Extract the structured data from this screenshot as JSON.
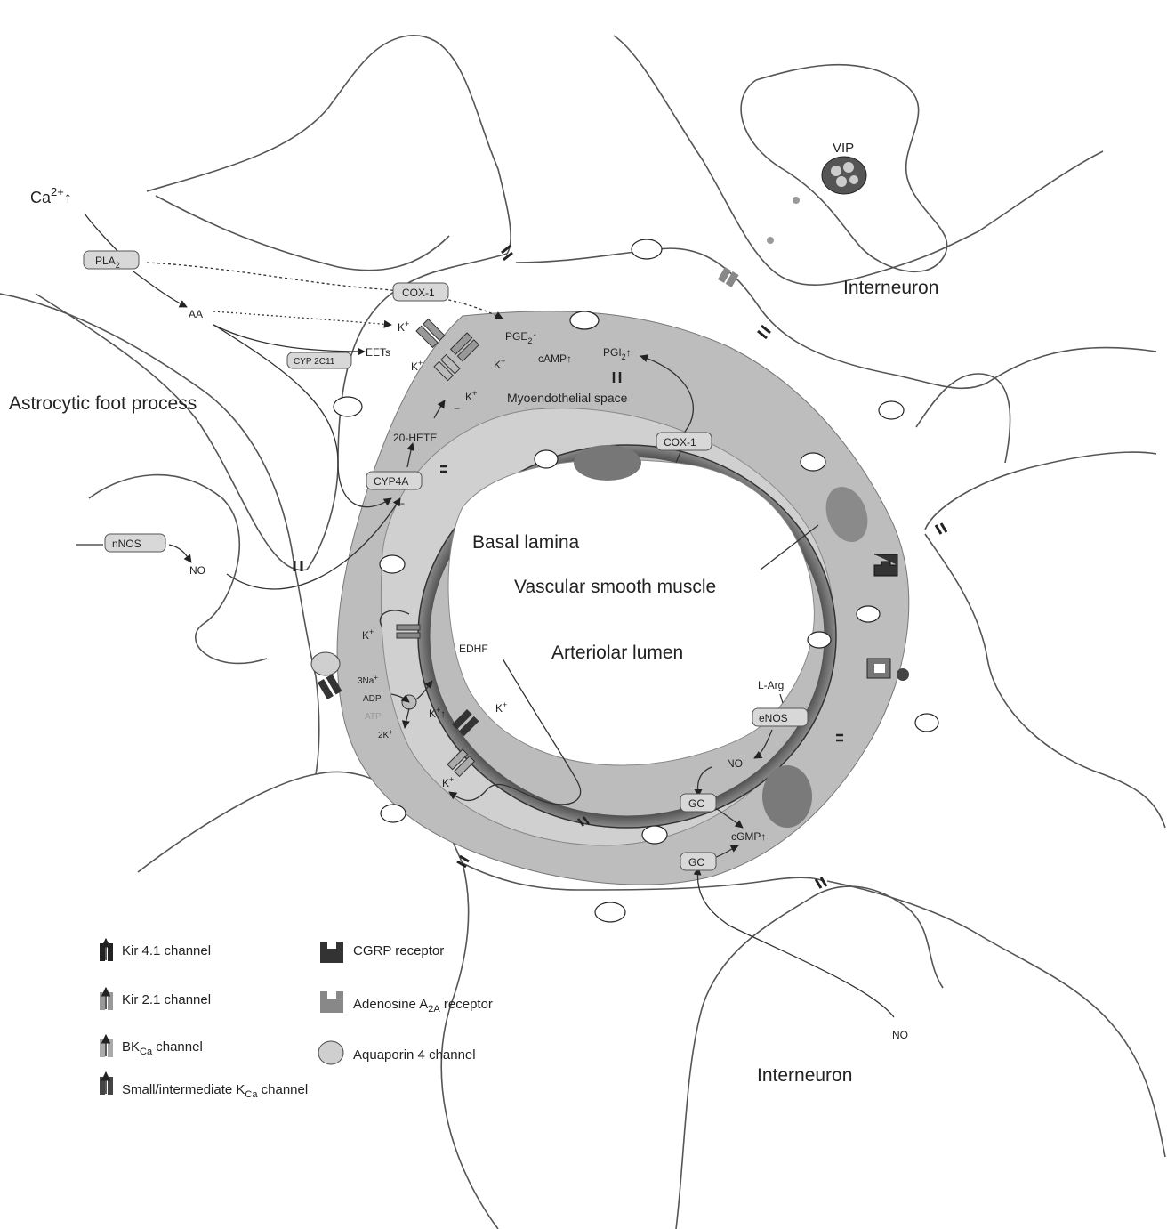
{
  "cells": {
    "astrocyte": "Astrocytic foot process",
    "interneuron_top": "Interneuron",
    "interneuron_bottom": "Interneuron",
    "vip": "VIP"
  },
  "regions": {
    "basal_lamina": "Basal lamina",
    "smooth_muscle": "Vascular smooth muscle",
    "lumen": "Arteriolar lumen",
    "myoendothelial": "Myoendothelial space"
  },
  "molecules": {
    "ca": "Ca",
    "ca_sup": "2+",
    "ca_arrow": "↑",
    "pla2": "PLA",
    "pla2_sub": "2",
    "aa": "AA",
    "cox1_top": "COX-1",
    "cyp2c11": "CYP 2C11",
    "eets": "EETs",
    "hete": "20-HETE",
    "cyp4a": "CYP4A",
    "nnos": "nNOS",
    "no_left": "NO",
    "pge2": "PGE",
    "pge2_sub": "2",
    "pge2_arrow": "↑",
    "pgi2": "PGI",
    "pgi2_sub": "2",
    "pgi2_arrow": "↑",
    "camp": "cAMP↑",
    "cox1_endo": "COX-1",
    "larg": "L-Arg",
    "enos": "eNOS",
    "no_endo": "NO",
    "gc1": "GC",
    "gc2": "GC",
    "cgmp": "cGMP↑",
    "no_bottom": "NO",
    "edhf": "EDHF",
    "k": "K",
    "k_sup": "+",
    "minus": "−",
    "na": "3Na",
    "adp": "ADP",
    "atp": "ATP",
    "twok": "2K",
    "kup": "K",
    "kup_arrow": "↑"
  },
  "legend": {
    "kir41": "Kir 4.1 channel",
    "kir21": "Kir 2.1 channel",
    "bkca": "BK",
    "bkca_sub": "Ca",
    "bkca_rest": " channel",
    "skca": "Small/intermediate K",
    "skca_sub": "Ca",
    "skca_rest": " channel",
    "cgrp": "CGRP receptor",
    "a2a": "Adenosine A",
    "a2a_sub": "2A",
    "a2a_rest": " receptor",
    "aqp4": "Aquaporin 4 channel"
  }
}
